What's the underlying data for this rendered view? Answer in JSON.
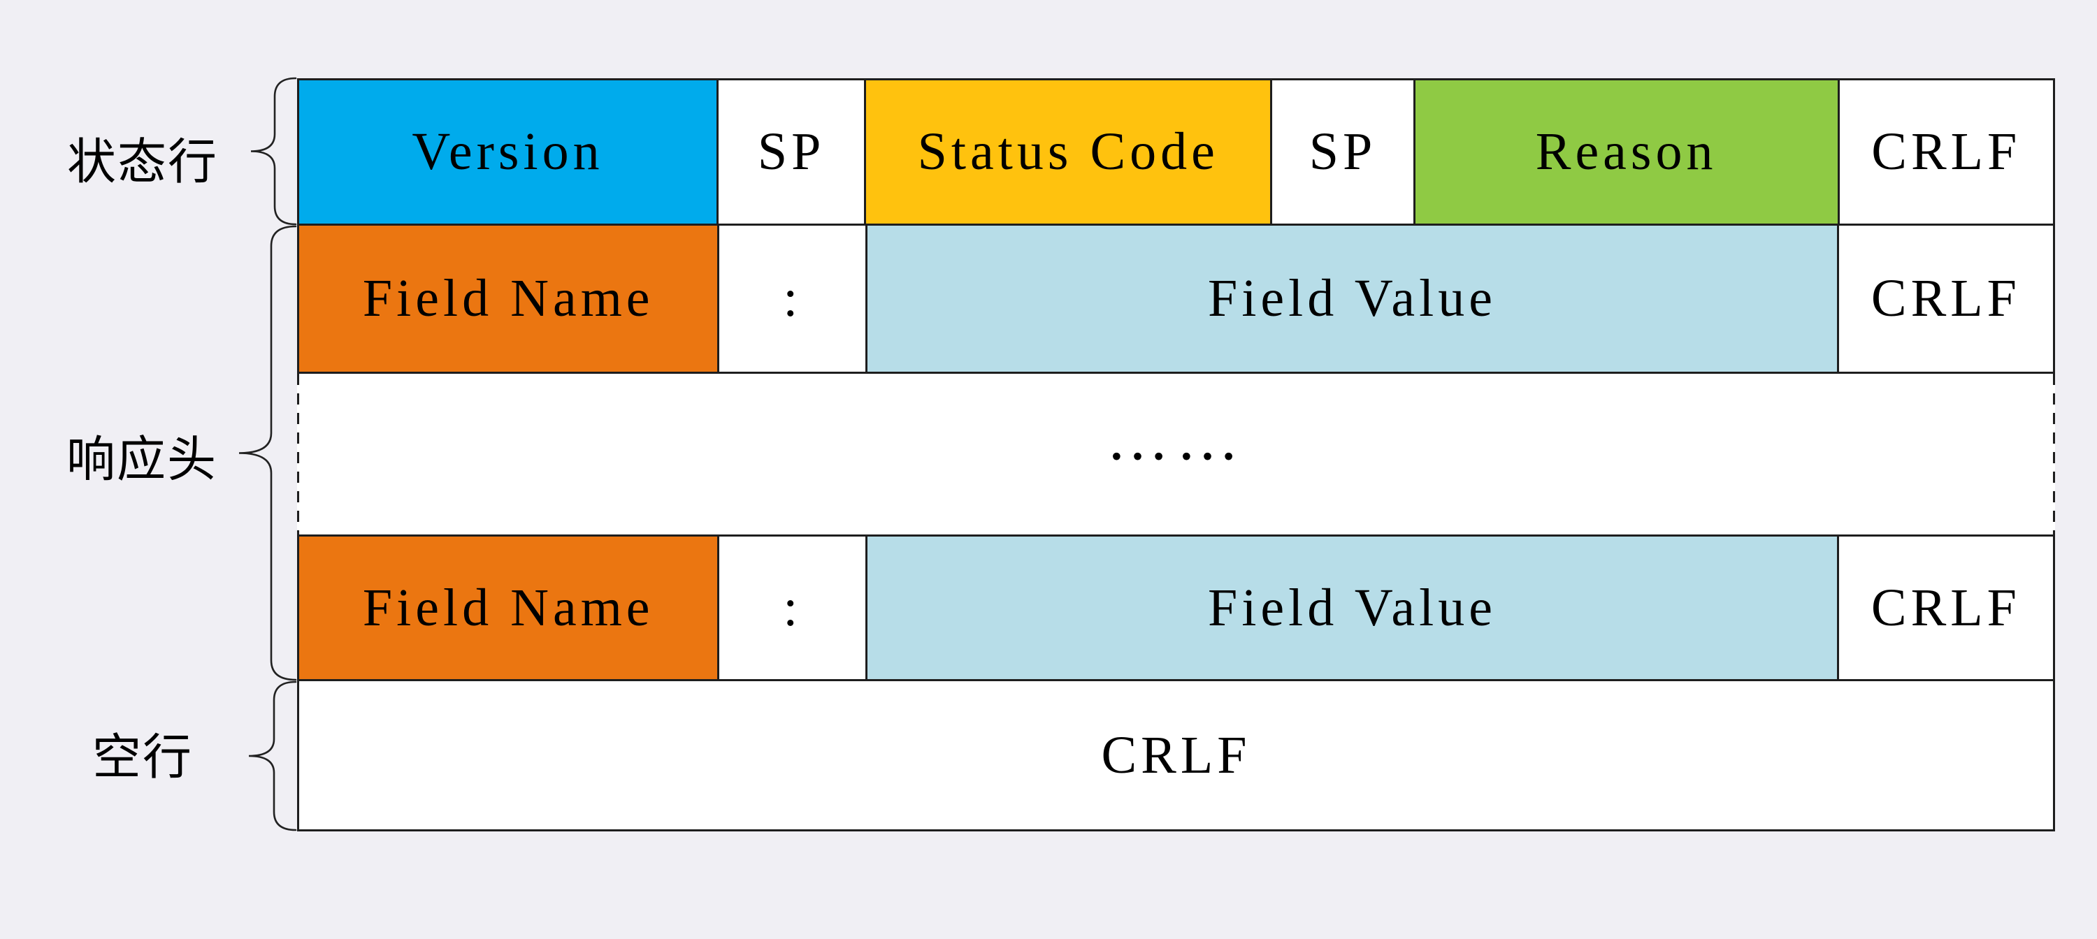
{
  "background_color": "#f0eff4",
  "line_color": "#1e1e1e",
  "groups": {
    "status_line": {
      "label": "状态行"
    },
    "response_headers": {
      "label": "响应头"
    },
    "blank_line": {
      "label": "空行"
    }
  },
  "status_row": {
    "cells": [
      {
        "text": "Version",
        "bg": "#00ABEC"
      },
      {
        "text": "SP",
        "bg": "#FFFFFF"
      },
      {
        "text": "Status Code",
        "bg": "#FFC20E"
      },
      {
        "text": "SP",
        "bg": "#FFFFFF"
      },
      {
        "text": "Reason",
        "bg": "#8FCA44"
      },
      {
        "text": "CRLF",
        "bg": "#FFFFFF"
      }
    ]
  },
  "header_row": {
    "cells": [
      {
        "text": "Field Name",
        "bg": "#EB7611"
      },
      {
        "text": ":",
        "bg": "#FFFFFF"
      },
      {
        "text": "Field Value",
        "bg": "#B7DDE8"
      },
      {
        "text": "CRLF",
        "bg": "#FFFFFF"
      }
    ]
  },
  "ellipsis_row": {
    "text": "……"
  },
  "blank_row": {
    "text": "CRLF",
    "bg": "#FFFFFF"
  }
}
